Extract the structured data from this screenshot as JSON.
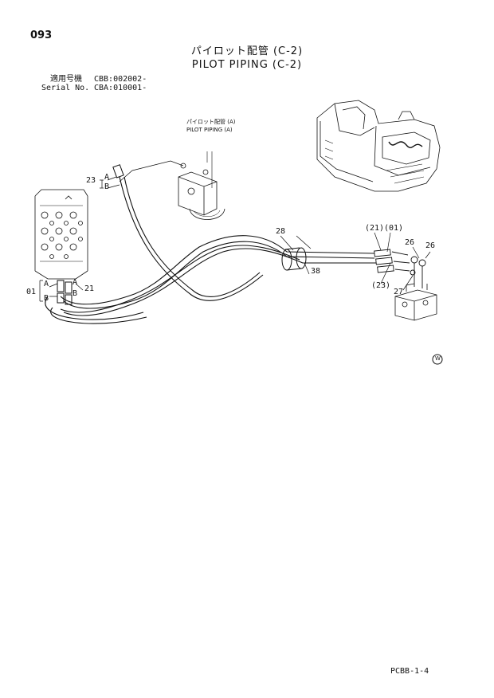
{
  "page_number": "093",
  "title_jp": "パイロット配管 (C-2)",
  "title_en": "PILOT PIPING (C-2)",
  "serial": {
    "jp_label": "適用号機",
    "jp_value": "CBB:002002-",
    "en_label": "Serial No.",
    "en_value": "CBA:010001-"
  },
  "callouts": {
    "ref_jp": "パイロット配管 (A)",
    "ref_en": "PILOT PIPING (A)",
    "part_23": "23",
    "part_01": "01",
    "part_21": "21",
    "part_28": "28",
    "part_38": "38",
    "part_26a": "26",
    "part_26b": "26",
    "part_27": "27",
    "part_p21": "(21)",
    "part_p01": "(01)",
    "part_p23": "(23)",
    "port_a": "A",
    "port_b": "B",
    "w_mark": "W"
  },
  "footer_code": "PCBB-1-4"
}
